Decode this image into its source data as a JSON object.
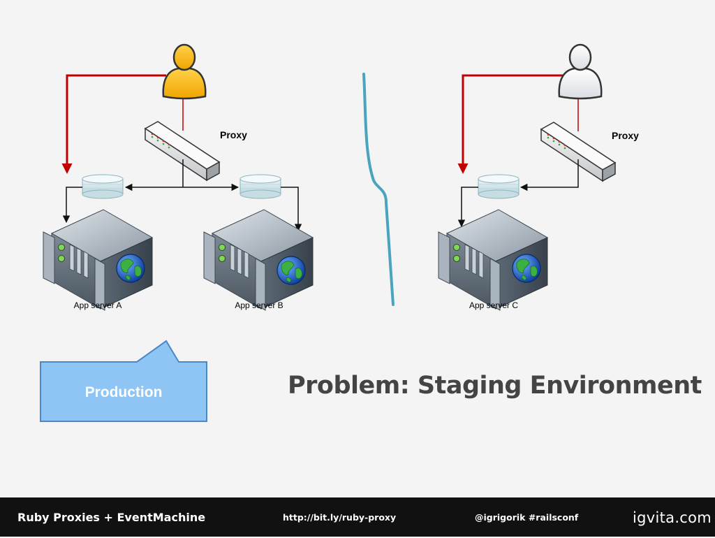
{
  "slide": {
    "title": "Problem: Staging Environment",
    "callout_label": "Production"
  },
  "diagrams": [
    {
      "proxy_label": "Proxy",
      "servers": [
        "App server A",
        "App server B"
      ],
      "user_color": "orange"
    },
    {
      "proxy_label": "Proxy",
      "servers": [
        "App server C"
      ],
      "user_color": "white"
    }
  ],
  "footer": {
    "talk_title": "Ruby Proxies + EventMachine",
    "link": "http://bit.ly/ruby-proxy",
    "handle": "@igrigorik #railsconf",
    "brand": "igvita.com"
  },
  "colors": {
    "request_arrow": "#c00000",
    "divider": "#4aa3bf",
    "callout_fill": "#8ec5f5",
    "callout_stroke": "#4a88c8",
    "footer_bg": "#111111"
  }
}
